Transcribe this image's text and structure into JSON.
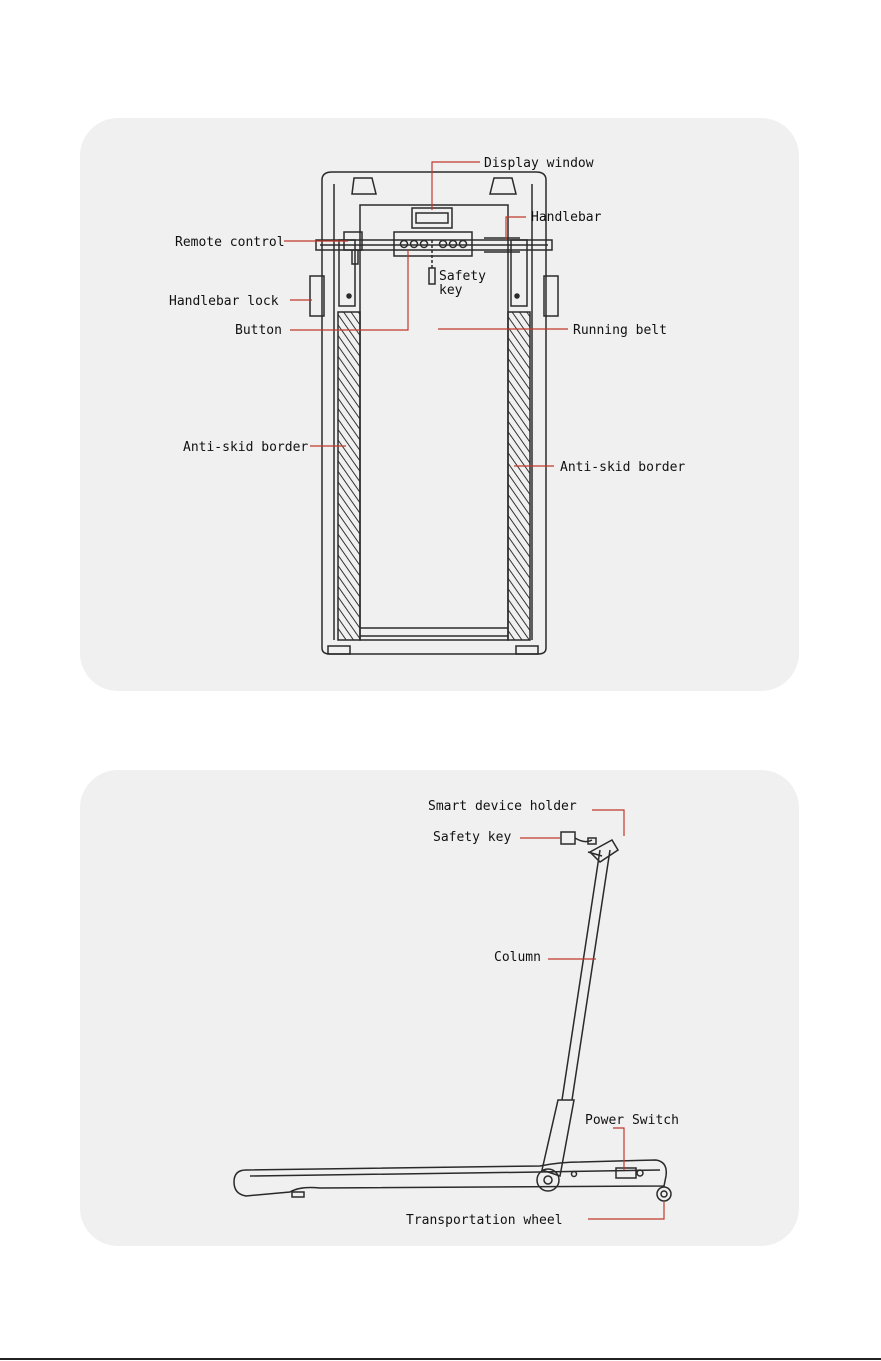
{
  "top_view": {
    "labels": {
      "display_window": "Display window",
      "handlebar": "Handlebar",
      "remote_control": "Remote control",
      "safety_key_line1": "Safety",
      "safety_key_line2": "key",
      "handlebar_lock": "Handlebar lock",
      "button": "Button",
      "running_belt": "Running belt",
      "anti_skid_border_left": "Anti-skid border",
      "anti_skid_border_right": "Anti-skid border"
    }
  },
  "side_view": {
    "labels": {
      "smart_device_holder": "Smart device holder",
      "safety_key": "Safety key",
      "column": "Column",
      "power_switch": "Power Switch",
      "transportation_wheel": "Transportation wheel"
    }
  },
  "colors": {
    "panel_background": "#f0f0f0",
    "leader_line": "#c0392b",
    "drawing_line": "#2a2a2a",
    "label_text": "#111111"
  }
}
